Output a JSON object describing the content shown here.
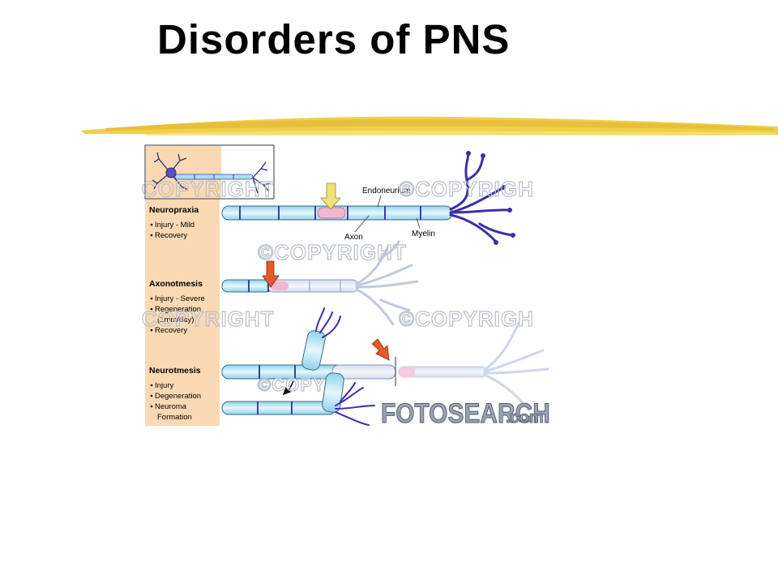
{
  "slide": {
    "title": "Disorders of PNS"
  },
  "sections": [
    {
      "heading": "Neuropraxia",
      "bullets": [
        "Injury - Mild",
        "Recovery"
      ]
    },
    {
      "heading": "Axonotmesis",
      "bullets": [
        "Injury - Severe",
        "Regeneration",
        "(1mm/day)",
        "Recovery"
      ]
    },
    {
      "heading": "Neurotmesis",
      "bullets": [
        "Injury",
        "Degeneration",
        "Neuroma",
        "Formation"
      ]
    }
  ],
  "labels": {
    "endoneurium": "Endoneurium",
    "axon": "Axon",
    "myelin": "Myelin"
  },
  "watermarks": {
    "copyright_a": "COPYRIGHT",
    "copyright_b": "©COPYRIGH",
    "copyright_c": "©COPYRIGHT",
    "copyright_d": "©COPYRIGH",
    "copyright_e": "COPYRIGHT",
    "copyright_f": "©COPY",
    "brand": "FOTOSEARCH",
    "brand_suffix": ".com"
  },
  "colors": {
    "panel": "#fbd9b4",
    "myelin": "#a9e0f0",
    "myelin_stripe": "#e6f7fc",
    "node": "#3b3fb0",
    "dendrite": "#3a2fa8",
    "arrow_mild": "#f2e07a",
    "arrow_severe": "#e65a2a",
    "brush": "#efd04a"
  }
}
